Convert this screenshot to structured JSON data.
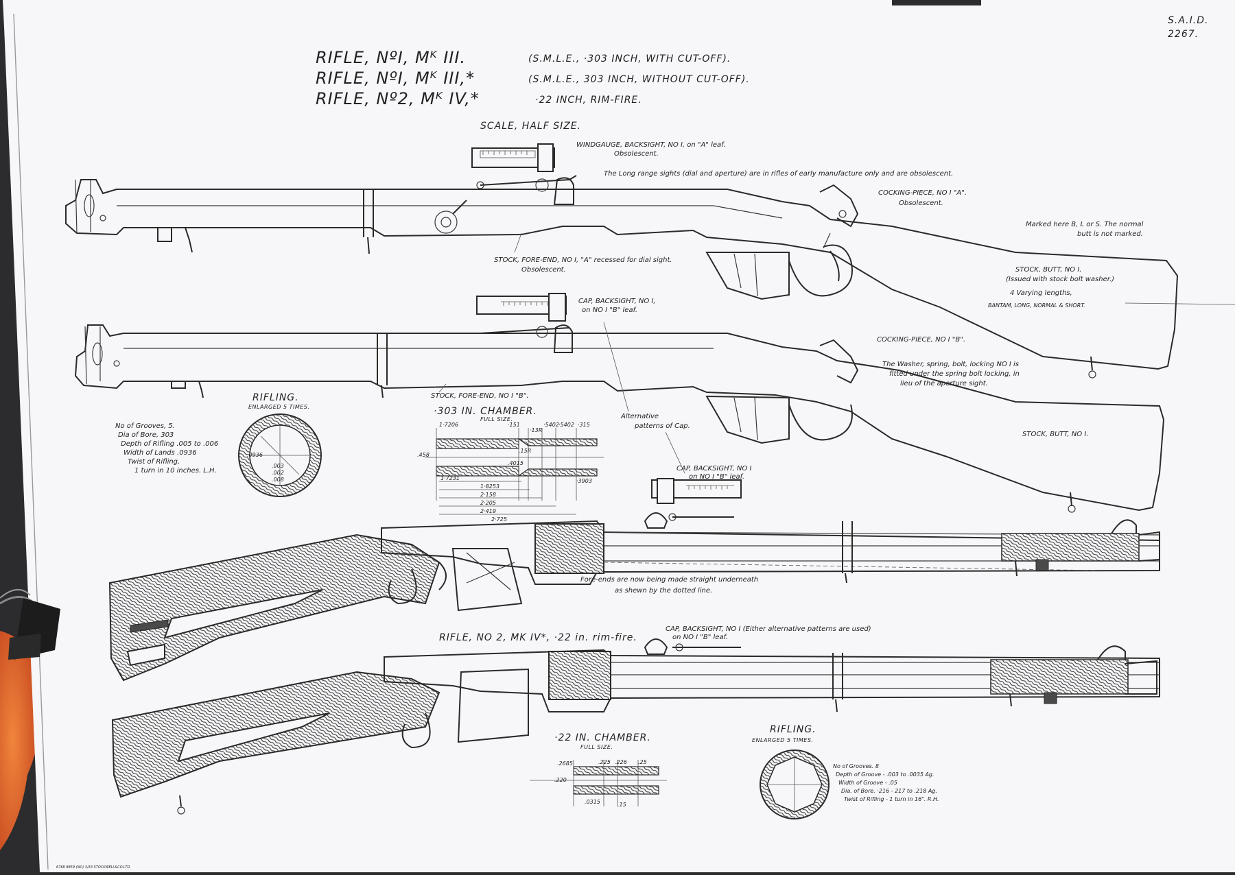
{
  "sheet_number": [
    "S.A.I.D.",
    "2267."
  ],
  "titles": [
    {
      "designation": "RIFLE, NºI, Mᴷ III.",
      "description": "(S.M.L.E., ·303 INCH, WITH CUT-OFF)."
    },
    {
      "designation": "RIFLE, NºI, Mᴷ III,*",
      "description": "(S.M.L.E., 303 INCH, WITHOUT CUT-OFF)."
    },
    {
      "designation": "RIFLE, Nº2, Mᴷ IV,*",
      "description": "·22 INCH, RIM-FIRE."
    }
  ],
  "scale": "SCALE, HALF SIZE.",
  "notes": {
    "windgauge": [
      "WINDGAUGE, BACKSIGHT, NO I, on \"A\" leaf.",
      "Obsolescent."
    ],
    "long_range": "The Long range sights (dial and aperture) are in rifles of early manufacture only and are obsolescent.",
    "cocking_a": [
      "COCKING-PIECE, NO I \"A\".",
      "Obsolescent."
    ],
    "marked_here": [
      "Marked here B, L or S. The normal",
      "butt is not marked."
    ],
    "stock_fore_a": [
      "STOCK, FORE-END, NO I, \"A\" recessed for dial sight.",
      "Obsolescent."
    ],
    "stock_butt_1": [
      "STOCK, BUTT, NO I.",
      "(Issued with stock bolt washer.)",
      "4 Varying lengths,",
      "BANTAM, LONG, NORMAL & SHORT."
    ],
    "cap_backsight_1": [
      "CAP, BACKSIGHT, NO I,",
      "on NO I \"B\" leaf."
    ],
    "cocking_b": "COCKING-PIECE, NO I \"B\".",
    "washer": [
      "The Washer, spring, bolt, locking NO I is",
      "fitted under the spring bolt locking, in",
      "lieu of the aperture sight."
    ],
    "stock_fore_b": "STOCK, FORE-END, NO I \"B\".",
    "alternative": [
      "Alternative",
      "patterns of Cap."
    ],
    "stock_butt_2": "STOCK, BUTT, NO I.",
    "cap_backsight_2": [
      "CAP, BACKSIGHT, NO I",
      "on NO I \"B\" leaf."
    ],
    "fore_ends": [
      "Fore-ends are now being made straight underneath",
      "as shewn by the dotted line."
    ],
    "rifle2_title": "RIFLE, NO 2, MK IV*, ·22 in. rim-fire.",
    "cap_backsight_3": [
      "CAP, BACKSIGHT, NO I (Either alternative patterns are used)",
      "on NO I \"B\" leaf."
    ]
  },
  "rifling_303": {
    "title": "RIFLING.",
    "subtitle": "ENLARGED 5 TIMES.",
    "specs": [
      "No of Grooves, 5.",
      "Dia of Bore, 303",
      "Depth of Rifling .005 to .006",
      "Width of Lands .0936",
      "Twist of Rifling,",
      "1 turn in 10 inches. L.H."
    ],
    "labels": [
      ".0936",
      ".003",
      ".002",
      ".008"
    ]
  },
  "chamber_303": {
    "title": "·303 IN. CHAMBER.",
    "subtitle": "FULL SIZE.",
    "top_dims": [
      "1·7206",
      "·151",
      "·13R",
      "·5402",
      "·5402",
      "·315"
    ],
    "mid_dims": [
      ".458",
      ".15R",
      ".4015",
      "·3903"
    ],
    "bottom_dims": [
      "1·7231",
      "1·8253",
      "2·158",
      "2·205",
      "2·419",
      "2·725"
    ]
  },
  "chamber_22": {
    "title": "·22 IN. CHAMBER.",
    "subtitle": "FULL SIZE.",
    "labels": [
      ".2685",
      ".225",
      ".226",
      ".25",
      ".220",
      ".0315",
      ".15"
    ]
  },
  "rifling_22": {
    "title": "RIFLING.",
    "subtitle": "ENLARGED 5 TIMES.",
    "specs": [
      "No of Grooves. 8",
      "Depth of Groove - .003 to .0035 Ag.",
      "Width of Groove - .05",
      "Dia. of Bore. ·216 - 217 to .218 Ag.",
      "Twist of Rifling - 1 turn in 16\". R.H."
    ]
  },
  "footer": "6768 8859 (NO) 3/33 STOCKWELL&CO.LTD.",
  "colors": {
    "paper": "#f7f6f8",
    "ink": "#2a2a2a",
    "background": "#2c2b2d",
    "clip": "#1c1c1c",
    "hair": "#d9592a"
  }
}
